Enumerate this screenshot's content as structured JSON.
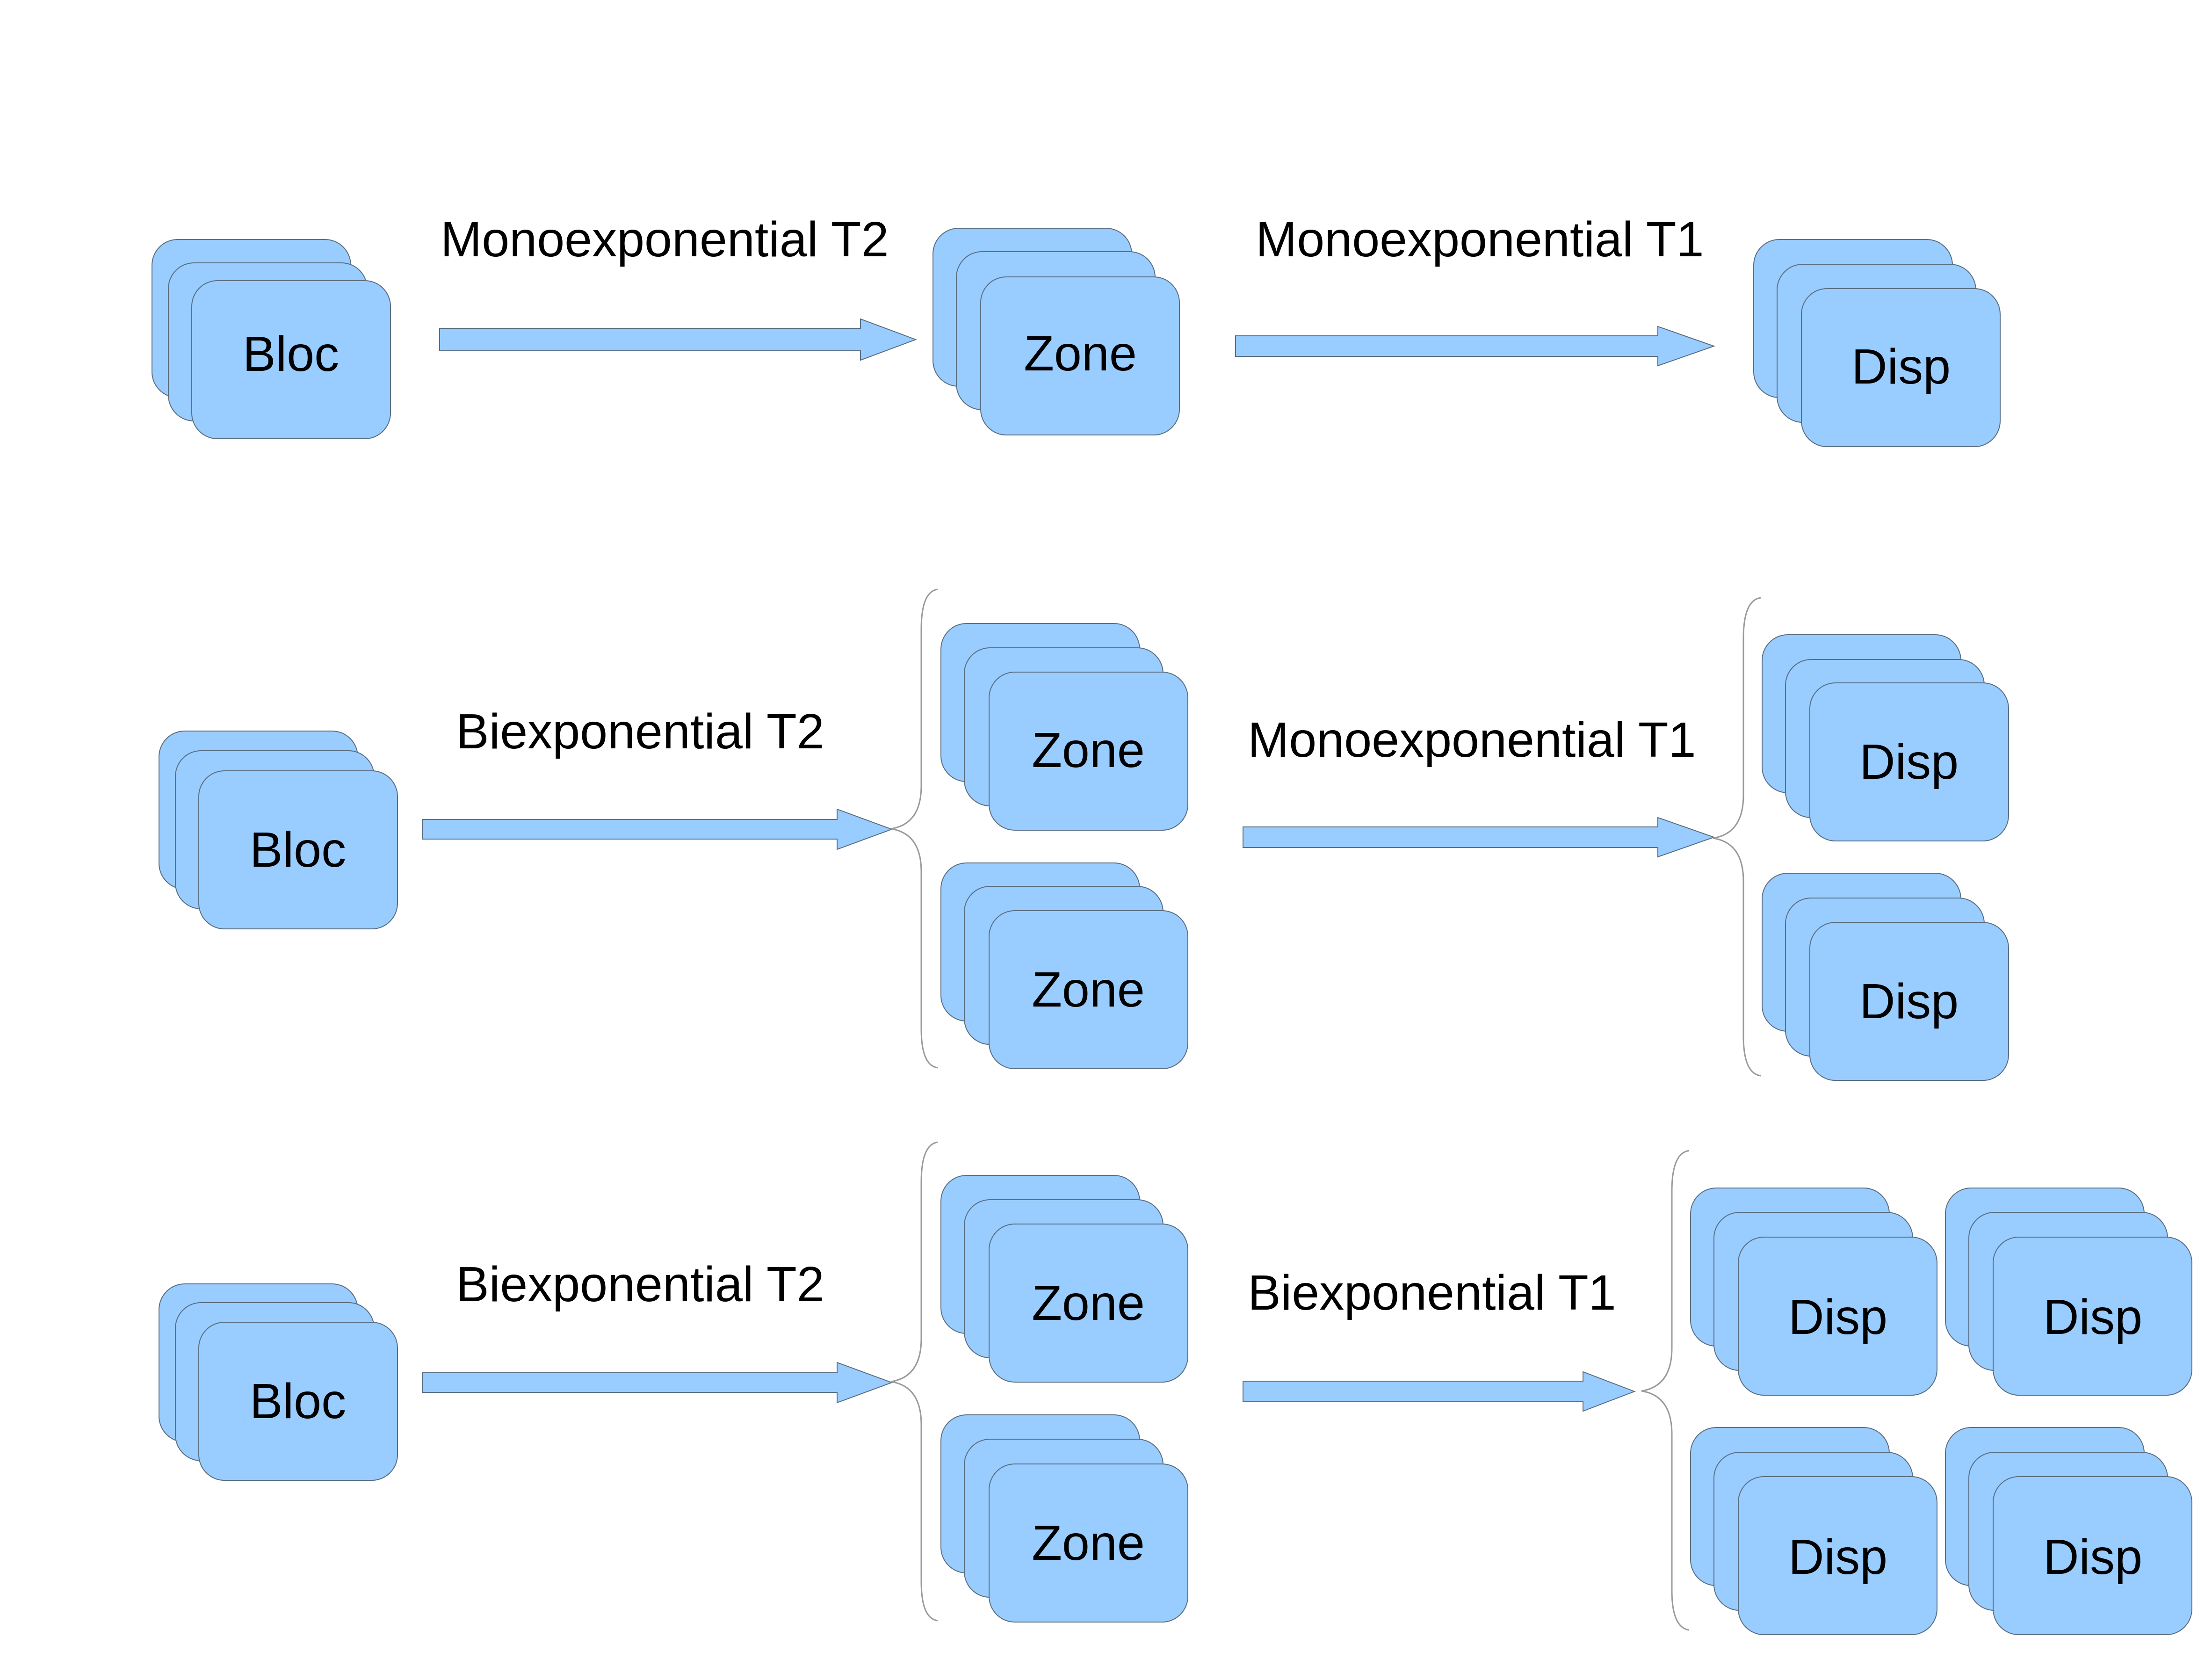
{
  "colors": {
    "box_fill": "#99ccff",
    "box_stroke": "#5a6e82",
    "arrow_fill": "#99ccff",
    "brace_stroke": "#9a9a9a",
    "text": "#000000"
  },
  "rows": [
    {
      "source": "Bloc",
      "step1": {
        "label": "Monoexponential T2"
      },
      "zones": [
        "Zone"
      ],
      "step2": {
        "label": "Monoexponential T1"
      },
      "disps": [
        "Disp"
      ]
    },
    {
      "source": "Bloc",
      "step1": {
        "label": "Biexponential T2"
      },
      "zones": [
        "Zone",
        "Zone"
      ],
      "step2": {
        "label": "Monoexponential T1"
      },
      "disps": [
        "Disp",
        "Disp"
      ]
    },
    {
      "source": "Bloc",
      "step1": {
        "label": "Biexponential T2"
      },
      "zones": [
        "Zone",
        "Zone"
      ],
      "step2": {
        "label": "Biexponential T1"
      },
      "disps": [
        "Disp",
        "Disp",
        "Disp",
        "Disp"
      ]
    }
  ]
}
